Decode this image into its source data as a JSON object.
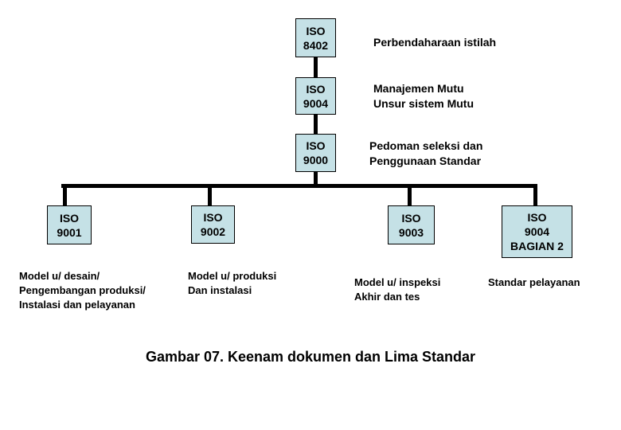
{
  "colors": {
    "background": "#ffffff",
    "box_fill": "#c5e1e6",
    "box_border": "#000000",
    "line": "#000000",
    "text": "#000000"
  },
  "chain": [
    {
      "box": [
        "ISO",
        "8402"
      ],
      "label": [
        "Perbendaharaan istilah"
      ]
    },
    {
      "box": [
        "ISO",
        "9004"
      ],
      "label": [
        "Manajemen Mutu",
        "Unsur sistem Mutu"
      ]
    },
    {
      "box": [
        "ISO",
        "9000"
      ],
      "label": [
        "Pedoman seleksi dan",
        "Penggunaan Standar"
      ]
    }
  ],
  "row": [
    {
      "box": [
        "ISO",
        "9001"
      ],
      "desc": [
        "Model u/ desain/",
        "Pengembangan produksi/",
        "Instalasi dan pelayanan"
      ]
    },
    {
      "box": [
        "ISO",
        "9002"
      ],
      "desc": [
        "Model u/ produksi",
        "Dan instalasi"
      ]
    },
    {
      "box": [
        "ISO",
        "9003"
      ],
      "desc": [
        "Model u/ inspeksi",
        "Akhir dan tes"
      ]
    },
    {
      "box": [
        "ISO",
        "9004",
        "BAGIAN 2"
      ],
      "desc": [
        "Standar pelayanan"
      ]
    }
  ],
  "caption": "Gambar 07. Keenam dokumen dan Lima Standar"
}
